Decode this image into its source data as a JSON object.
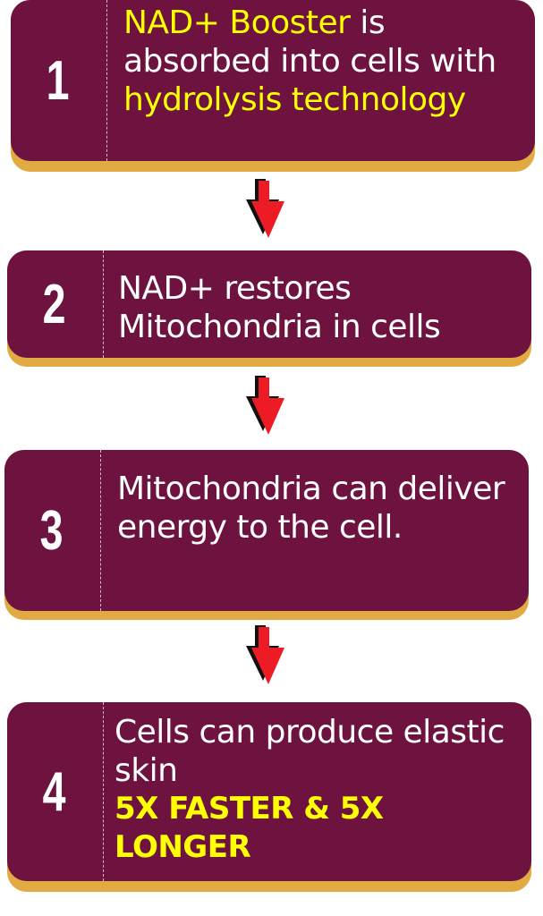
{
  "steps": [
    {
      "number": "1",
      "parts": [
        {
          "t": "NAD+ Booster",
          "hl": true
        },
        {
          "t": " is absorbed into cells with ",
          "hl": false
        },
        {
          "t": "hydrolysis technology",
          "hl": true
        }
      ]
    },
    {
      "number": "2",
      "text": "NAD+ restores Mitochondria in cells"
    },
    {
      "number": "3",
      "text": "Mitochondria can deliver energy to the cell."
    },
    {
      "number": "4",
      "text": "Cells can produce elastic skin",
      "highlight": "5X FASTER & 5X LONGER"
    }
  ],
  "colors": {
    "box": "#6e1340",
    "shadow": "#e1aa42",
    "highlight": "#ffff00",
    "arrow": "#ed1c24"
  }
}
